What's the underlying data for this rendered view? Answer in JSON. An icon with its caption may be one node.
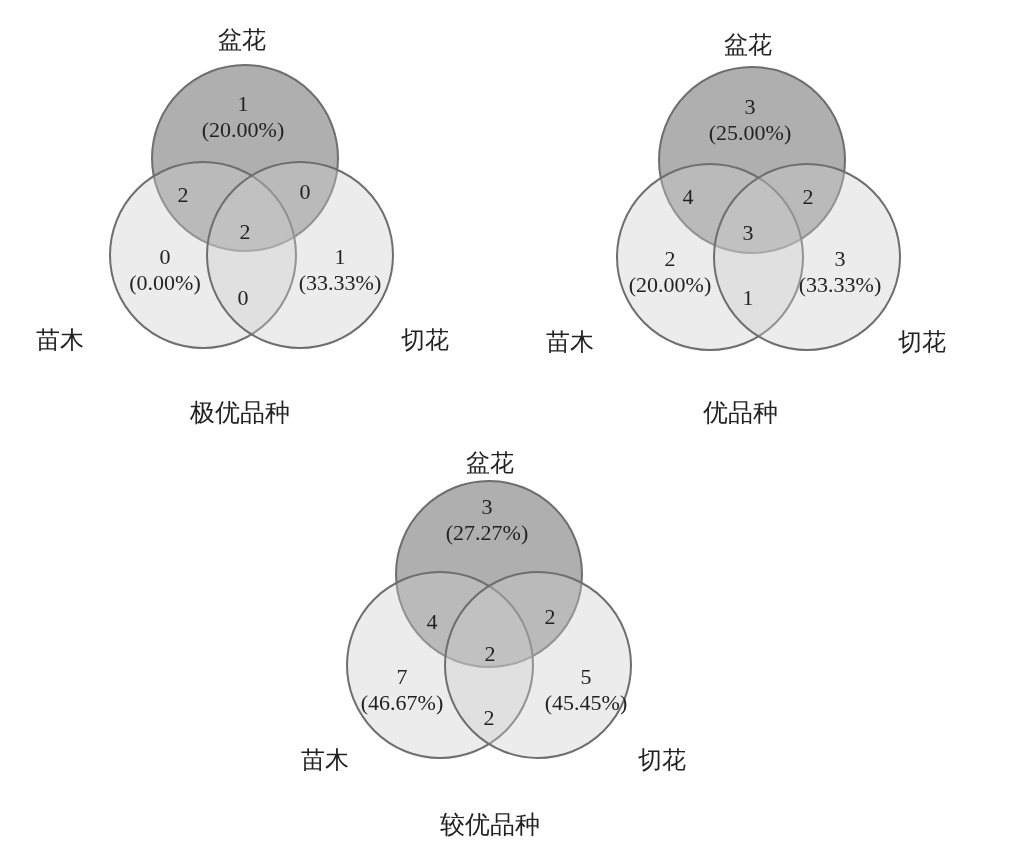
{
  "diagram": {
    "nodes": [
      {
        "text": [
          "盆花",
          "1 (20.00%)"
        ]
      },
      {
        "text": [
          "苗木",
          "0 (0.00%)"
        ]
      },
      {
        "text": [
          "切花",
          "1 (33.33%)"
        ]
      },
      {
        "text": [
          "盆花",
          "3 (25.00%)"
        ]
      },
      {
        "text": [
          "苗木",
          "2 (20.00%)"
        ]
      },
      {
        "text": [
          "切花",
          "3 (33.33%)"
        ]
      },
      {
        "text": [
          "盆花",
          "3 (27.27%)"
        ]
      },
      {
        "text": [
          "苗木",
          "7 (46.67%)"
        ]
      },
      {
        "text": [
          "切花",
          "5 (45.45%)"
        ]
      }
    ],
    "labels": [
      "2",
      "0",
      "2",
      "0",
      "极优品种",
      "4",
      "2",
      "3",
      "1",
      "优品种",
      "4",
      "2",
      "2",
      "2",
      "较优品种"
    ]
  }
}
